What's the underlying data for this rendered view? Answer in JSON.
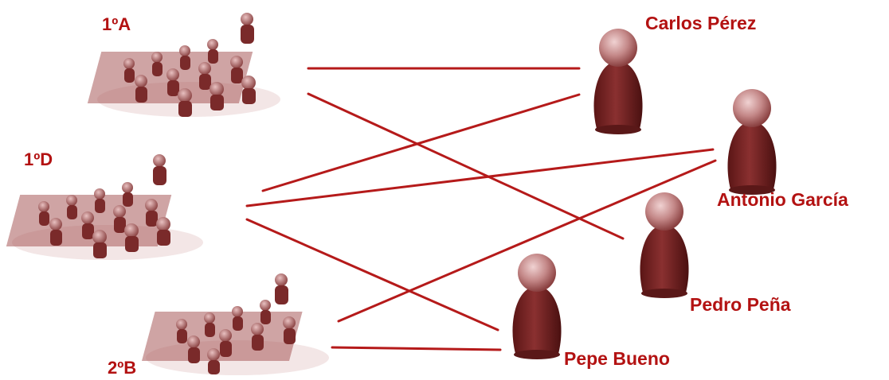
{
  "groups": [
    {
      "id": "1A",
      "label": "1ºA"
    },
    {
      "id": "1D",
      "label": "1ºD"
    },
    {
      "id": "2B",
      "label": "2ºB"
    }
  ],
  "teachers": [
    {
      "id": "carlos",
      "name": "Carlos Pérez"
    },
    {
      "id": "antonio",
      "name": "Antonio García"
    },
    {
      "id": "pedro",
      "name": "Pedro Peña"
    },
    {
      "id": "pepe",
      "name": "Pepe Bueno"
    }
  ],
  "connections": [
    {
      "group": "1A",
      "teacher": "carlos"
    },
    {
      "group": "1A",
      "teacher": "pedro"
    },
    {
      "group": "1D",
      "teacher": "carlos"
    },
    {
      "group": "1D",
      "teacher": "antonio"
    },
    {
      "group": "1D",
      "teacher": "pepe"
    },
    {
      "group": "2B",
      "teacher": "antonio"
    },
    {
      "group": "2B",
      "teacher": "pepe"
    }
  ],
  "colors": {
    "accent": "#b31212",
    "line": "#b51a1a",
    "figure_dark": "#6b2020",
    "figure_light": "#c98a8a"
  }
}
